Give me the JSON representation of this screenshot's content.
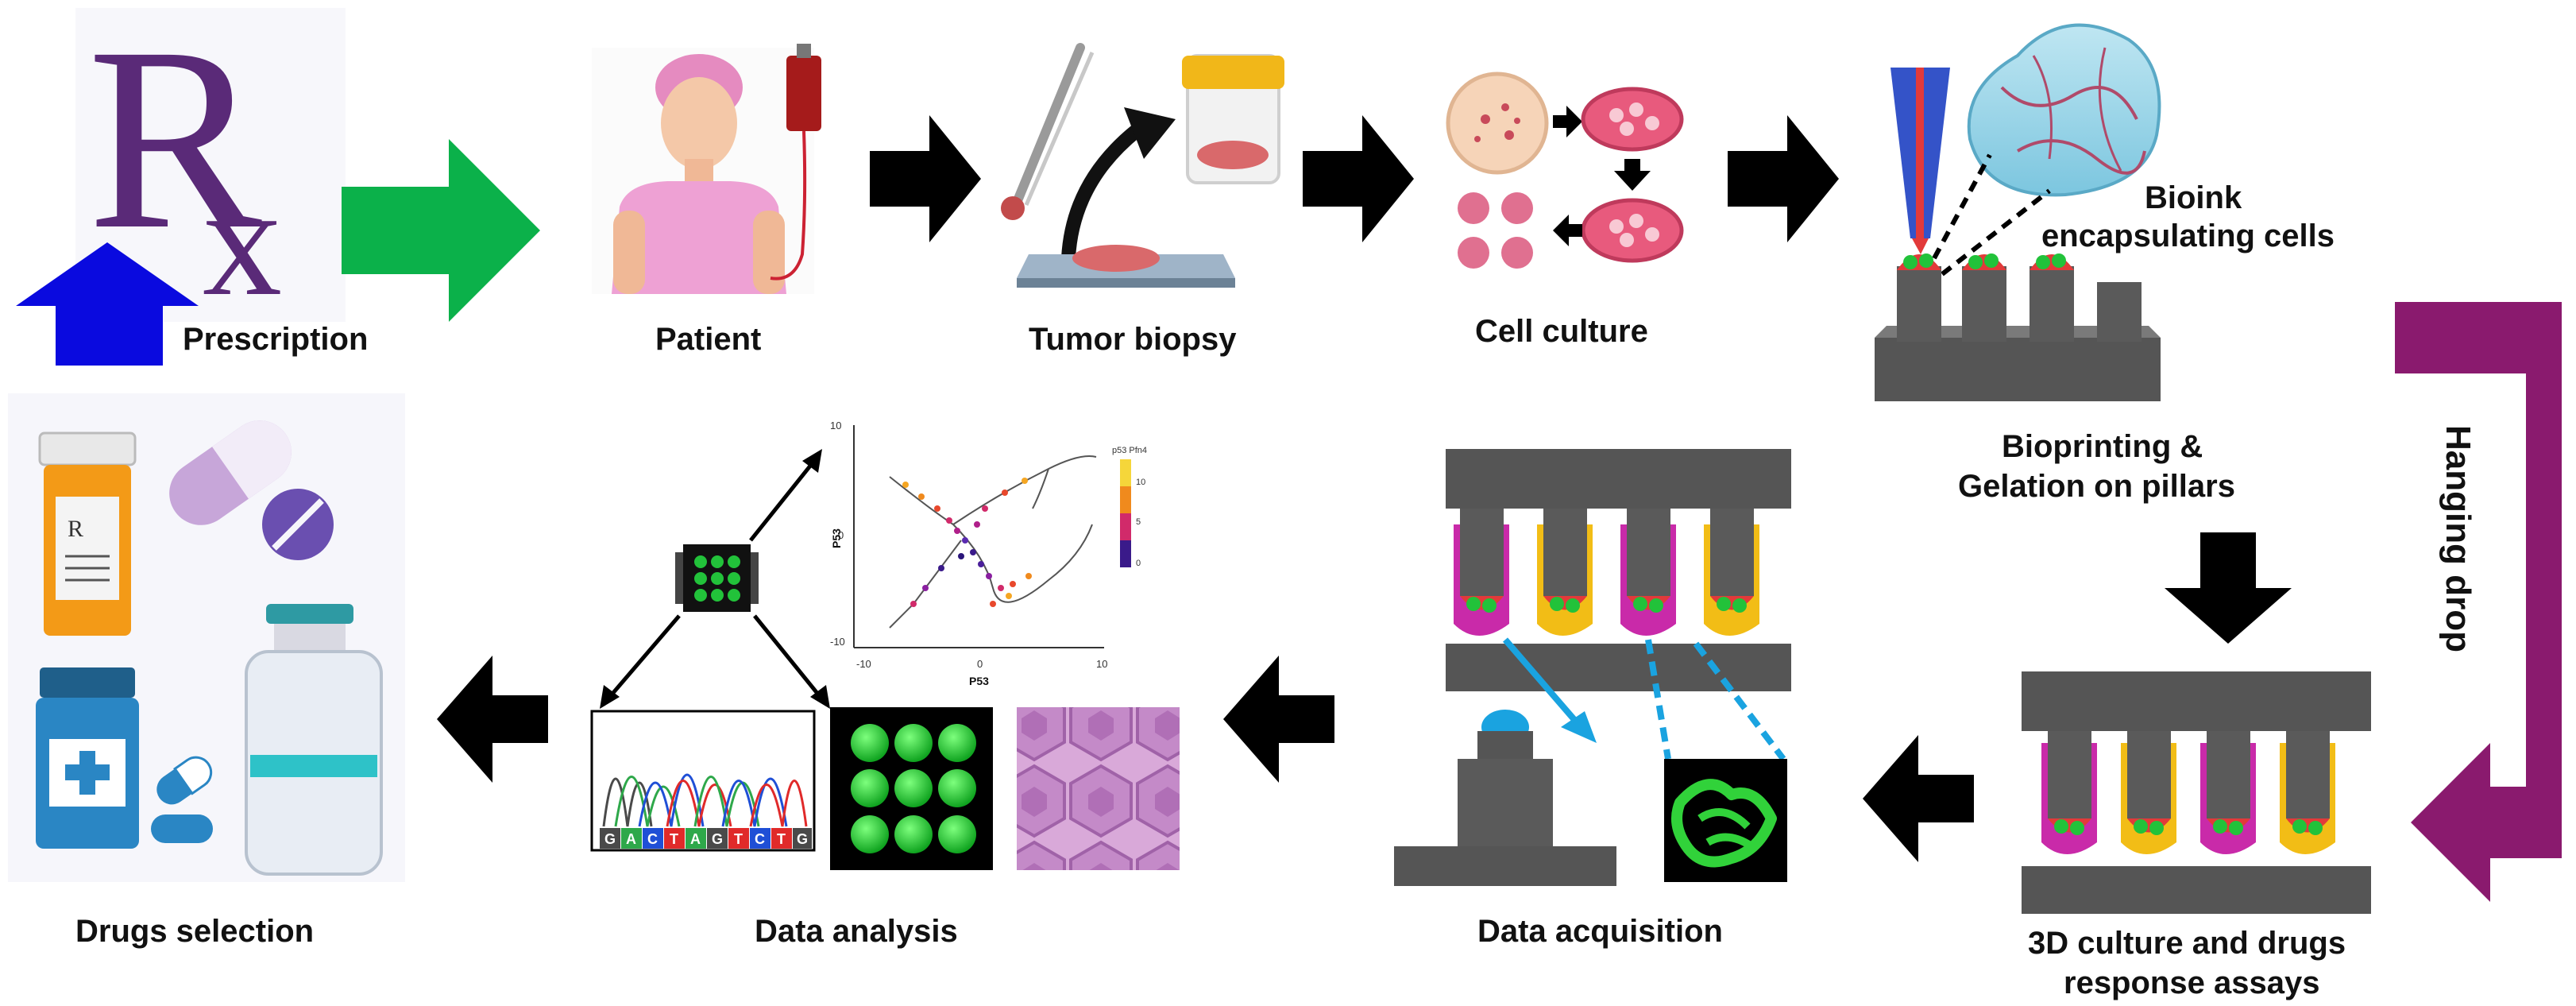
{
  "rx_symbol": "R",
  "rx_sub": "x",
  "steps": {
    "prescription": "Prescription",
    "patient": "Patient",
    "tumor_biopsy": "Tumor biopsy",
    "cell_culture": "Cell culture",
    "bioink_line1": "Bioink",
    "bioink_line2": "encapsulating  cells",
    "bioprinting_line1": "Bioprinting &",
    "bioprinting_line2": "Gelation on pillars",
    "hanging_drop": "Hanging drop",
    "culture_line1": "3D culture and drugs",
    "culture_line2": "response assays",
    "data_acquisition": "Data acquisition",
    "data_analysis": "Data analysis",
    "drugs_selection": "Drugs selection"
  },
  "plot": {
    "ylabel": "P53",
    "xlabel": "P53",
    "yticks": [
      "10",
      "0",
      "-10"
    ],
    "xticks": [
      "-10",
      "0",
      "10"
    ],
    "colorbar_title": "p53 Pfn4",
    "colorbar_ticks": [
      "10",
      "5",
      "0"
    ]
  },
  "dna_sequence": [
    "G",
    "A",
    "C",
    "T",
    "A",
    "G",
    "T",
    "C",
    "T",
    "G"
  ],
  "colors": {
    "prescription_arrow": "#0a0adf",
    "patient_arrow": "#0bb14a",
    "hanging_drop_arrow": "#8a1a6e",
    "flow_arrow": "#000000",
    "pillar_gray": "#595959",
    "well_magenta": "#c92aa9",
    "well_yellow": "#f2bd16",
    "spheroid_green": "#22c23a",
    "acquisition_line": "#1aa3e0"
  }
}
